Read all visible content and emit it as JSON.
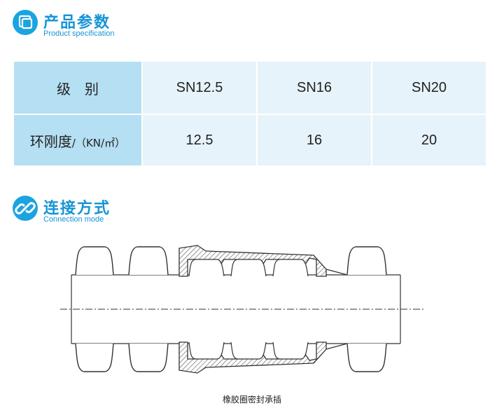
{
  "spec_section": {
    "title": "产品参数",
    "subtitle": "Product specification",
    "icon": "box-icon"
  },
  "table": {
    "header_label": "级　别",
    "grades": [
      "SN12.5",
      "SN16",
      "SN20"
    ],
    "stiffness_label": "环刚度",
    "stiffness_unit": "/（KN/㎡）",
    "stiffness_values": [
      "12.5",
      "16",
      "20"
    ]
  },
  "connection_section": {
    "title": "连接方式",
    "subtitle": "Connection mode",
    "icon": "chain-link-icon"
  },
  "diagram": {
    "caption": "橡胶圈密封承插"
  },
  "colors": {
    "accent": "#1694d6",
    "header_cell": "#b5dff3",
    "value_cell": "#e6f3fa"
  }
}
